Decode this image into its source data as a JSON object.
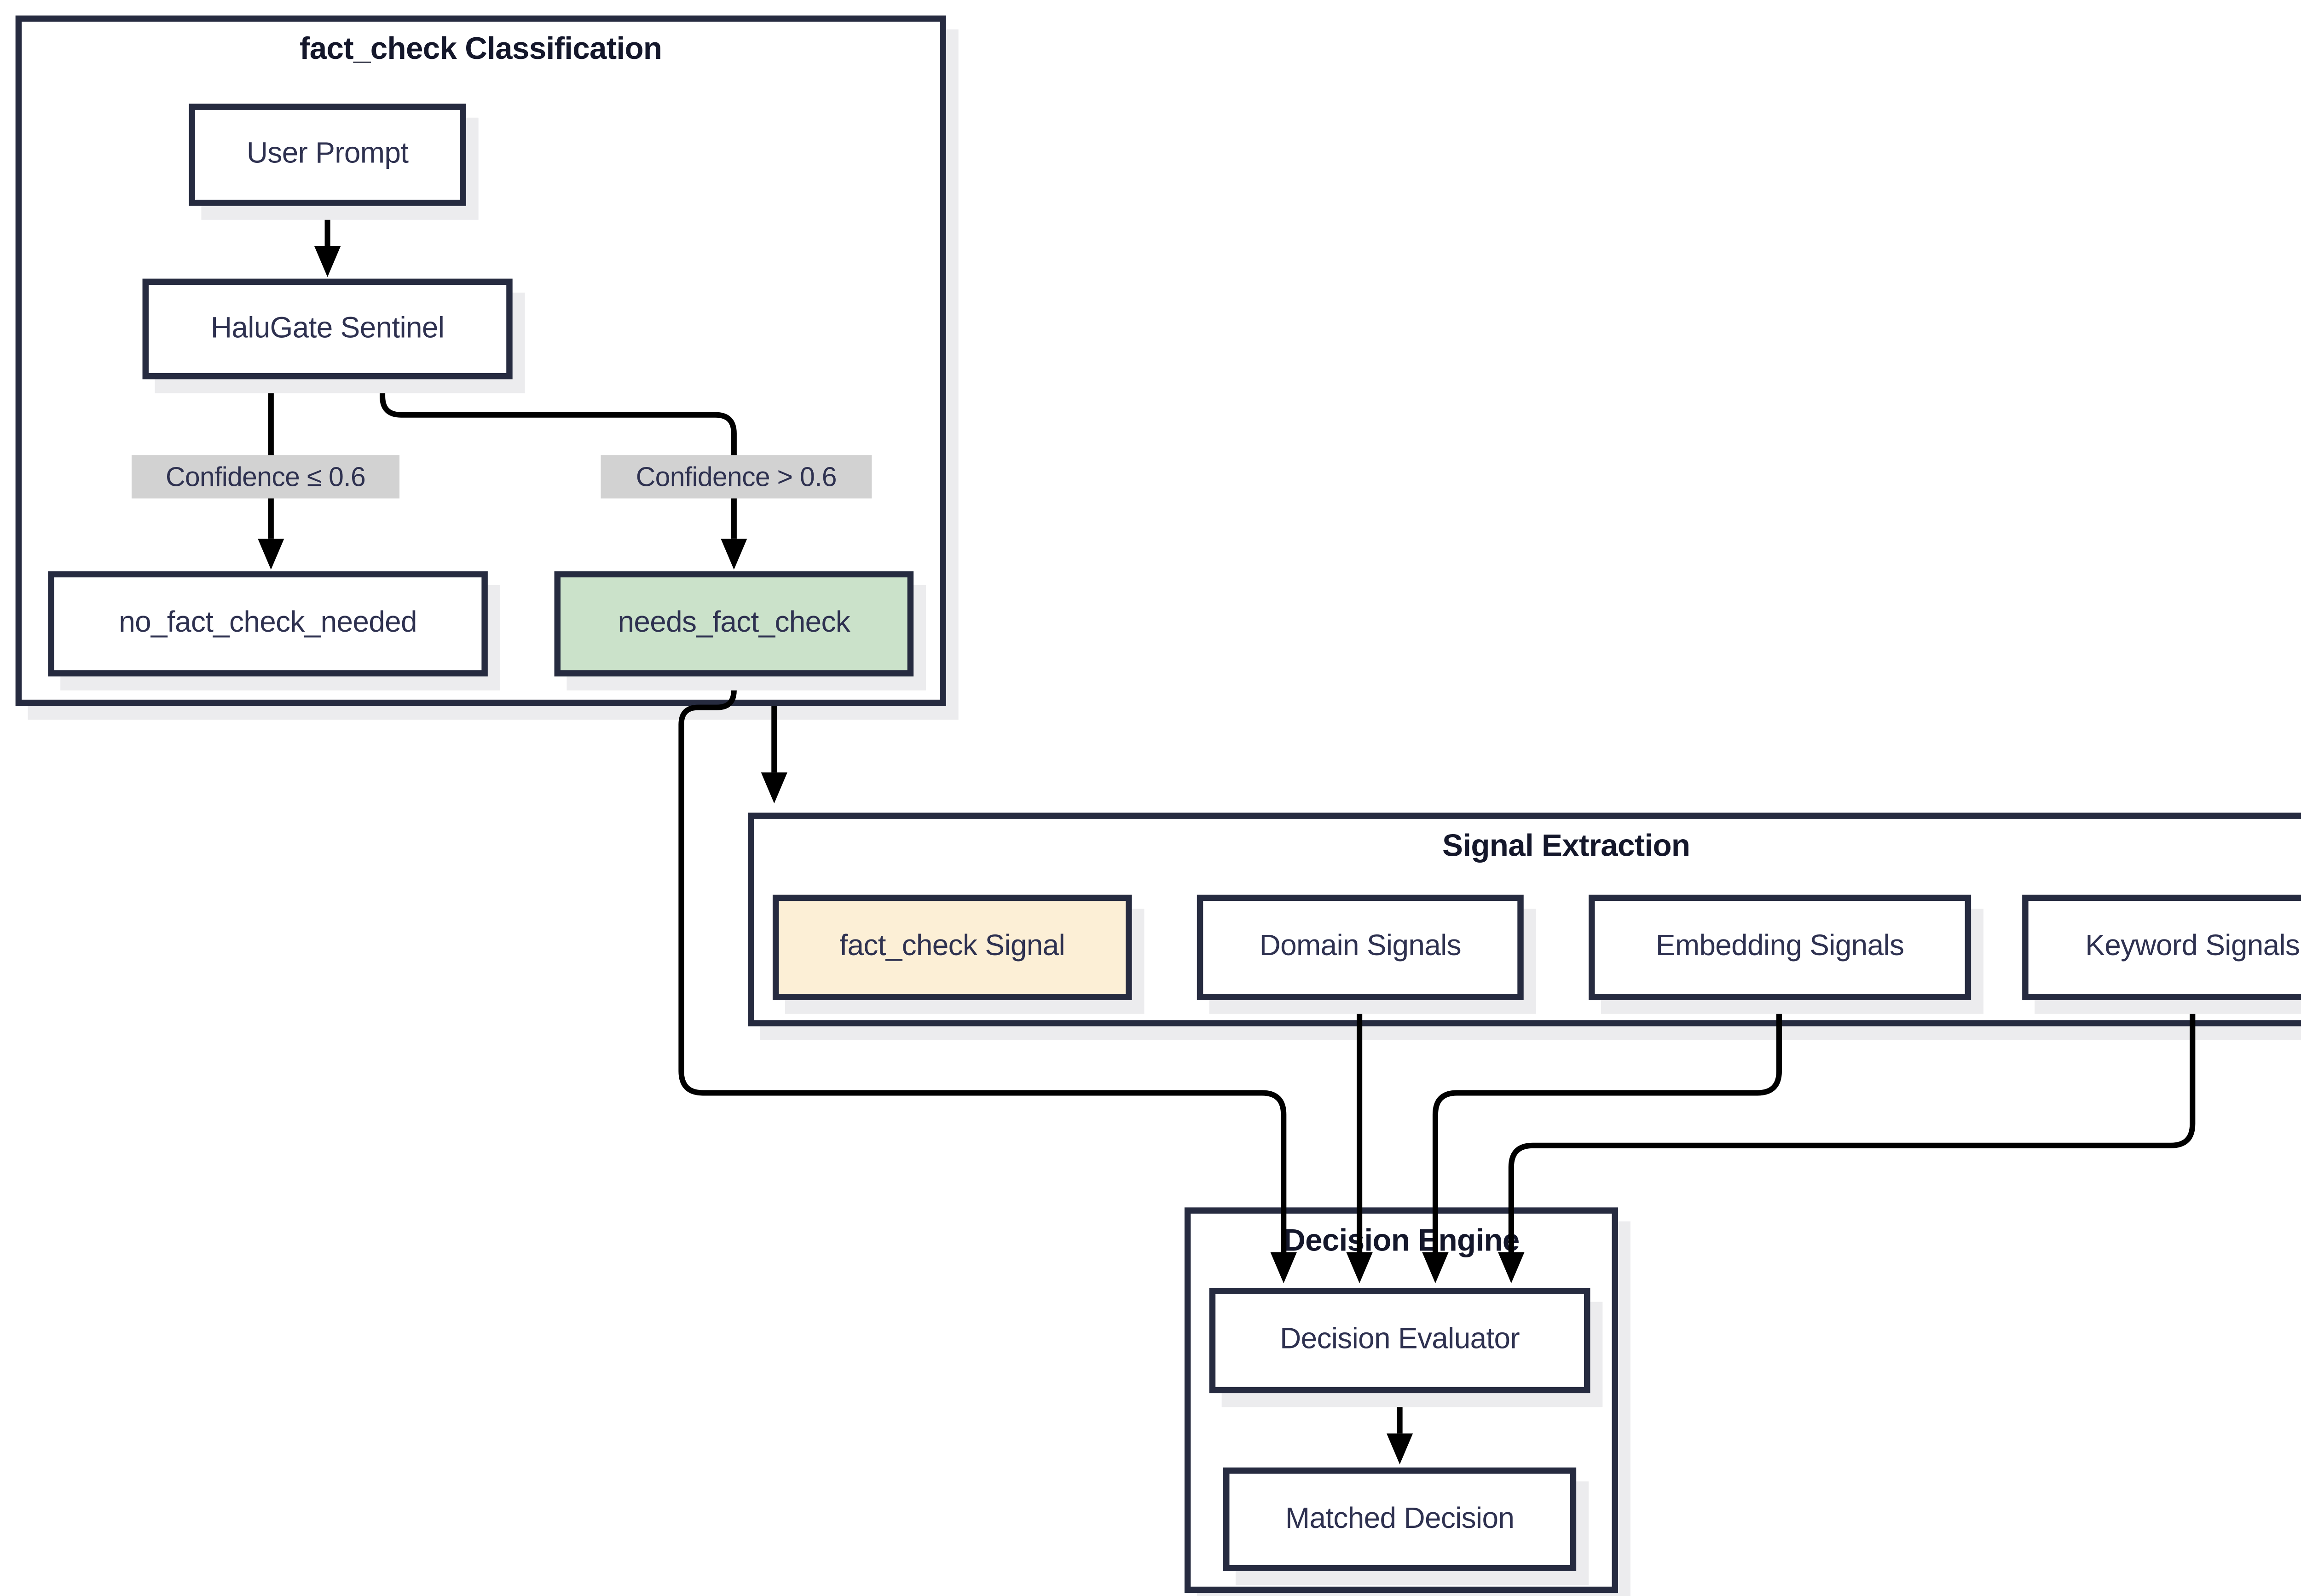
{
  "diagram_type": "flowchart",
  "clusters": {
    "classification": {
      "title": "fact_check Classification"
    },
    "signal_extraction": {
      "title": "Signal Extraction"
    },
    "decision_engine": {
      "title": "Decision Engine"
    }
  },
  "nodes": {
    "user_prompt": {
      "label": "User Prompt"
    },
    "halugate_sentinel": {
      "label": "HaluGate Sentinel"
    },
    "no_fact_check_needed": {
      "label": "no_fact_check_needed"
    },
    "needs_fact_check": {
      "label": "needs_fact_check"
    },
    "fact_check_signal": {
      "label": "fact_check Signal"
    },
    "domain_signals": {
      "label": "Domain Signals"
    },
    "embedding_signals": {
      "label": "Embedding Signals"
    },
    "keyword_signals": {
      "label": "Keyword Signals"
    },
    "decision_evaluator": {
      "label": "Decision Evaluator"
    },
    "matched_decision": {
      "label": "Matched Decision"
    }
  },
  "edge_labels": {
    "low_confidence": "Confidence ≤ 0.6",
    "high_confidence": "Confidence > 0.6"
  },
  "edges": [
    {
      "from": "user_prompt",
      "to": "halugate_sentinel",
      "label": ""
    },
    {
      "from": "halugate_sentinel",
      "to": "no_fact_check_needed",
      "label": "Confidence ≤ 0.6"
    },
    {
      "from": "halugate_sentinel",
      "to": "needs_fact_check",
      "label": "Confidence > 0.6"
    },
    {
      "from": "needs_fact_check",
      "to": "signal_extraction",
      "label": ""
    },
    {
      "from": "needs_fact_check",
      "to": "decision_evaluator",
      "label": ""
    },
    {
      "from": "domain_signals",
      "to": "decision_evaluator",
      "label": ""
    },
    {
      "from": "embedding_signals",
      "to": "decision_evaluator",
      "label": ""
    },
    {
      "from": "keyword_signals",
      "to": "decision_evaluator",
      "label": ""
    },
    {
      "from": "decision_evaluator",
      "to": "matched_decision",
      "label": ""
    }
  ],
  "colors": {
    "navy": "#262b40",
    "text": "#2e3150",
    "title": "#14172b",
    "green": "#cbe2ca",
    "peach": "#fcefd6",
    "label-bg": "#d2d2d2",
    "shadow": "#ececee",
    "edge": "#000000",
    "node-bg": "#ffffff"
  }
}
